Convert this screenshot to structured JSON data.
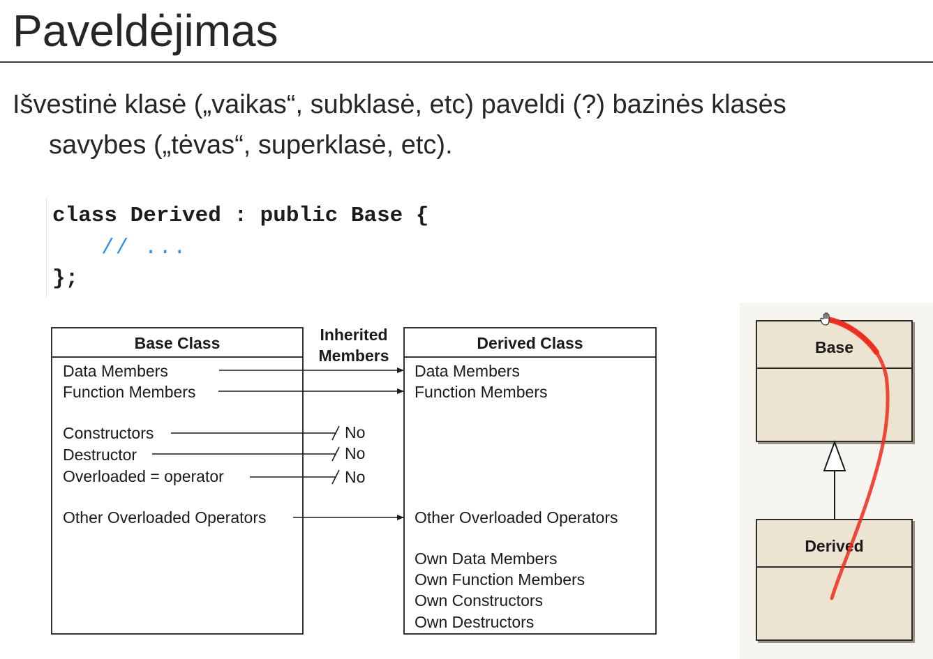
{
  "slide": {
    "title": "Paveldėjimas",
    "intro_line1": "Išvestinė klasė („vaikas“, subklasė, etc) paveldi (?) bazinės klasės",
    "intro_line2": "savybes („tėvas“, superklasė, etc)."
  },
  "code": {
    "line1": "class Derived : public Base {",
    "line2": "// ...",
    "line3": "};"
  },
  "diagram": {
    "base_header": "Base Class",
    "inherited_header_line1": "Inherited",
    "inherited_header_line2": "Members",
    "derived_header": "Derived Class",
    "base_items": [
      "Data Members",
      "Function Members",
      "Constructors",
      "Destructor",
      "Overloaded = operator",
      "Other Overloaded Operators"
    ],
    "no_labels": [
      "No",
      "No",
      "No"
    ],
    "derived_inherited": [
      "Data Members",
      "Function Members",
      "Other Overloaded Operators"
    ],
    "derived_own": [
      "Own Data Members",
      "Own Function Members",
      "Own Constructors",
      "Own Destructors"
    ]
  },
  "uml": {
    "base_name": "Base",
    "derived_name": "Derived"
  },
  "colors": {
    "annotation_stroke": "#ee2a1c",
    "uml_fill": "#ece3d0",
    "code_comment": "#2f8ff0"
  },
  "icons": [
    "hand-cursor-icon",
    "arrow-head-icon",
    "generalization-arrow-icon"
  ]
}
